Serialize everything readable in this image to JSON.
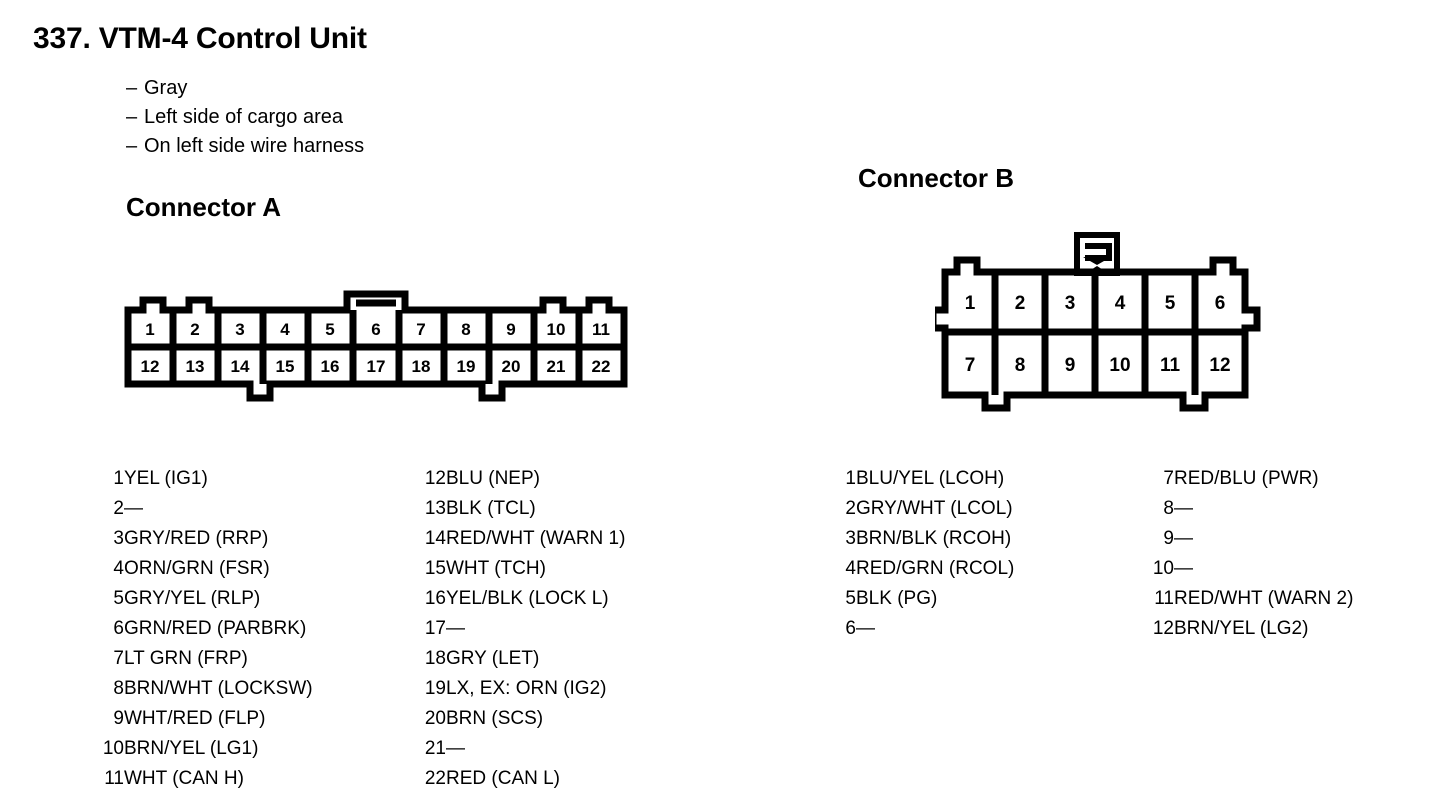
{
  "header": {
    "title": "337. VTM-4 Control Unit",
    "bullets": [
      "Gray",
      "Left side of cargo area",
      "On left side wire harness"
    ],
    "bullet_dash": "–"
  },
  "connectors": [
    {
      "id": "A",
      "heading": "Connector A",
      "pin_count": 22,
      "top_row": [
        "1",
        "2",
        "3",
        "4",
        "5",
        "6",
        "7",
        "8",
        "9",
        "10",
        "11"
      ],
      "bottom_row": [
        "12",
        "13",
        "14",
        "15",
        "16",
        "17",
        "18",
        "19",
        "20",
        "21",
        "22"
      ],
      "pins": [
        {
          "num": "1",
          "value": "YEL (IG1)"
        },
        {
          "num": "2",
          "value": "—"
        },
        {
          "num": "3",
          "value": "GRY/RED (RRP)"
        },
        {
          "num": "4",
          "value": "ORN/GRN (FSR)"
        },
        {
          "num": "5",
          "value": "GRY/YEL (RLP)"
        },
        {
          "num": "6",
          "value": "GRN/RED (PARBRK)"
        },
        {
          "num": "7",
          "value": "LT GRN (FRP)"
        },
        {
          "num": "8",
          "value": "BRN/WHT (LOCKSW)"
        },
        {
          "num": "9",
          "value": "WHT/RED (FLP)"
        },
        {
          "num": "10",
          "value": "BRN/YEL (LG1)"
        },
        {
          "num": "11",
          "value": "WHT (CAN H)"
        },
        {
          "num": "12",
          "value": "BLU (NEP)"
        },
        {
          "num": "13",
          "value": "BLK (TCL)"
        },
        {
          "num": "14",
          "value": "RED/WHT (WARN 1)"
        },
        {
          "num": "15",
          "value": "WHT (TCH)"
        },
        {
          "num": "16",
          "value": "YEL/BLK (LOCK L)"
        },
        {
          "num": "17",
          "value": "—"
        },
        {
          "num": "18",
          "value": "GRY (LET)"
        },
        {
          "num": "19",
          "value": "LX, EX: ORN (IG2)"
        },
        {
          "num": "20",
          "value": "BRN (SCS)"
        },
        {
          "num": "21",
          "value": "—"
        },
        {
          "num": "22",
          "value": "RED (CAN L)"
        }
      ]
    },
    {
      "id": "B",
      "heading": "Connector B",
      "pin_count": 12,
      "top_row": [
        "1",
        "2",
        "3",
        "4",
        "5",
        "6"
      ],
      "bottom_row": [
        "7",
        "8",
        "9",
        "10",
        "11",
        "12"
      ],
      "pins": [
        {
          "num": "1",
          "value": "BLU/YEL (LCOH)"
        },
        {
          "num": "2",
          "value": "GRY/WHT (LCOL)"
        },
        {
          "num": "3",
          "value": "BRN/BLK (RCOH)"
        },
        {
          "num": "4",
          "value": "RED/GRN (RCOL)"
        },
        {
          "num": "5",
          "value": "BLK (PG)"
        },
        {
          "num": "6",
          "value": "—"
        },
        {
          "num": "7",
          "value": "RED/BLU (PWR)"
        },
        {
          "num": "8",
          "value": "—"
        },
        {
          "num": "9",
          "value": "—"
        },
        {
          "num": "10",
          "value": "—"
        },
        {
          "num": "11",
          "value": "RED/WHT (WARN 2)"
        },
        {
          "num": "12",
          "value": "BRN/YEL (LG2)"
        }
      ]
    }
  ],
  "colors": {
    "ink": "#000000",
    "paper": "#ffffff"
  }
}
